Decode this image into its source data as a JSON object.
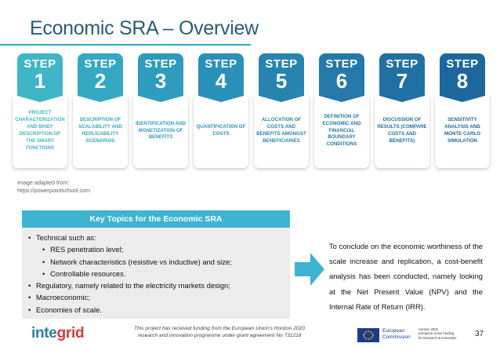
{
  "slide": {
    "title": "Economic SRA – Overview",
    "image_credit_line1": "Image adapted from:",
    "image_credit_line2": "https://powerpointschool.com",
    "page_number": "37"
  },
  "colors": {
    "title": "#2a5b78",
    "accent_rule": "#28a9c9",
    "topics_header": "#3eb3d2",
    "topics_box": "#ececec",
    "arrow": "#3eb3d2"
  },
  "steps": [
    {
      "word": "STEP",
      "number": "1",
      "description": "PROJECT CHARACTERIZATION AND BRIEF DESCRIPTION OF THE SMART FUNCTIONS",
      "color": "#3fb5c7"
    },
    {
      "word": "STEP",
      "number": "2",
      "description": "DESCRIPTION OF SCALABILITY AND REPLICABILITY SCENARIOS",
      "color": "#35a8c4"
    },
    {
      "word": "STEP",
      "number": "3",
      "description": "IDENTIFICATION AND MONETIZATION OF BENEFITS",
      "color": "#2f9cbe"
    },
    {
      "word": "STEP",
      "number": "4",
      "description": "QUANTIFICATION OF COSTS",
      "color": "#2b90b8"
    },
    {
      "word": "STEP",
      "number": "5",
      "description": "ALLOCATION OF COSTS AND BENEFITS AMONGST BENEFICIARIES",
      "color": "#2784b1"
    },
    {
      "word": "STEP",
      "number": "6",
      "description": "DEFINITION OF ECONOMIC AND FINANCIAL BOUNDARY CONDITIONS",
      "color": "#2478aa"
    },
    {
      "word": "STEP",
      "number": "7",
      "description": "DISCUSSION OF RESULTS (COMPARE COSTS AND BENEFITS)",
      "color": "#2070a4"
    },
    {
      "word": "STEP",
      "number": "8",
      "description": "SENSITIVITY ANALYSIS AND MONTE CARLO SIMULATION",
      "color": "#1d679e"
    }
  ],
  "topics": {
    "header": "Key Topics for the Economic SRA",
    "items": [
      {
        "text": "Technical such as:",
        "level": 1
      },
      {
        "text": "RES penetration level;",
        "level": 2
      },
      {
        "text": "Network characteristics (resistive vs inductive) and size;",
        "level": 2
      },
      {
        "text": "Controllable resources.",
        "level": 2
      },
      {
        "text": "Regulatory, namely related to the electricity markets design;",
        "level": 1
      },
      {
        "text": "Macroeconomic;",
        "level": 1
      },
      {
        "text": "Economies of scale.",
        "level": 1
      }
    ]
  },
  "conclusion": "To conclude on the economic worthiness of the scale increase and replication, a cost-benefit analysis has been conducted, namely looking at the Net Present Value (NPV) and the Internal Rate of Return (IRR).",
  "footer": {
    "logo_text_main": "inte",
    "logo_text_accent": "grid",
    "funding_line1": "This project has received funding from the European Union's Horizon 2020",
    "funding_line2": "research and innovation programme under grant agreement No 731218",
    "eu_label_line1": "European",
    "eu_label_line2": "Commission",
    "programme_line1": "Horizon 2020",
    "programme_line2": "European Union funding",
    "programme_line3": "for Research & Innovation"
  }
}
